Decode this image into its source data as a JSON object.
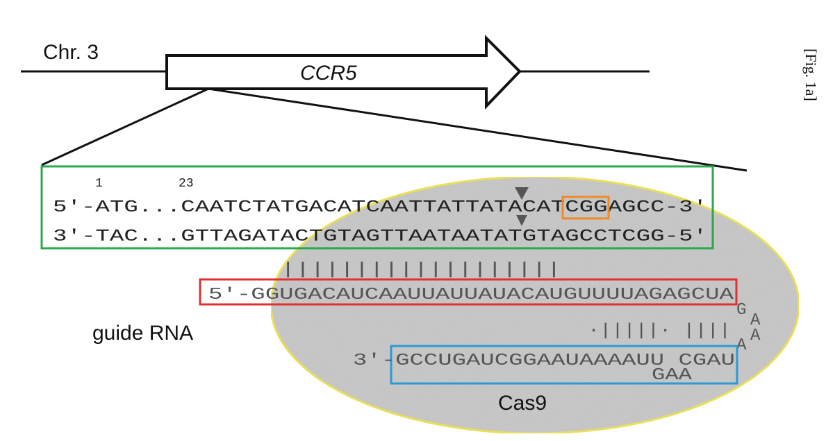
{
  "figure_label": "[Fig. 1a]",
  "chromosome_label": "Chr. 3",
  "gene_name": "CCR5",
  "positions": {
    "pos1": "1",
    "pos23": "23"
  },
  "dna": {
    "top_strand": "5′-ATG...CAATCTATGACATCAATTATTATACATCGGAGCC-3′",
    "bottom_strand": "3′-TAC...GTTAGATACTGTAGTTAATAATATGTAGCCTCGG-5′",
    "pam": "CGG"
  },
  "rna": {
    "guide_strand": "5′-GGUGACAUCAAUUAUUAUACAUGUUUUAGAGCUA",
    "pairing_marks": "|||||||||||||||||||",
    "loop_top": "G",
    "loop_a1": "A",
    "loop_a2": "A",
    "loop_a3": "A",
    "stem_pairing": "·|||||· ||||",
    "lower_strand": "3′-GCCUGAUCGGAAUAAAAUU CGAU",
    "bulge": "GAA"
  },
  "labels": {
    "guide_rna": "guide RNA",
    "cas9": "Cas9"
  },
  "colors": {
    "dna_box": "#2aa84a",
    "pam_box": "#f08a24",
    "guide_box": "#e03030",
    "tracr_box": "#2b9ad6",
    "cas9_outline": "#f2e62a",
    "cas9_fill": "#c8c8c8"
  }
}
